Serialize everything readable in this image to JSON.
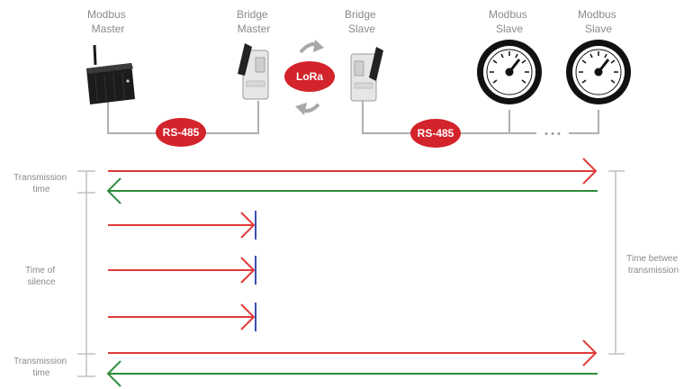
{
  "devices": {
    "modbus_master": {
      "line1": "Modbus",
      "line2": "Master"
    },
    "bridge_master": {
      "line1": "Bridge",
      "line2": "Master"
    },
    "bridge_slave": {
      "line1": "Bridge",
      "line2": "Slave"
    },
    "modbus_slave_1": {
      "line1": "Modbus",
      "line2": "Slave"
    },
    "modbus_slave_2": {
      "line1": "Modbus",
      "line2": "Slave"
    }
  },
  "links": {
    "rs485_left": "RS-485",
    "lora": "LoRa",
    "rs485_right": "RS-485",
    "ellipsis": "• • •"
  },
  "timing": {
    "transmission_top": {
      "line1": "Transmission",
      "line2": "time"
    },
    "silence": {
      "line1": "Time of",
      "line2": "silence"
    },
    "transmission_bottom": {
      "line1": "Transmission",
      "line2": "time"
    },
    "between": {
      "line1": "Time betwee",
      "line2": "transmission"
    }
  },
  "colors": {
    "request_arrow": "#e03a3a",
    "response_arrow": "#2e8b3a",
    "cutoff_marker": "#3a4fb0",
    "pill": "#d3232b",
    "wire": "#b0b0b0",
    "bracket": "#c0c0c0"
  }
}
